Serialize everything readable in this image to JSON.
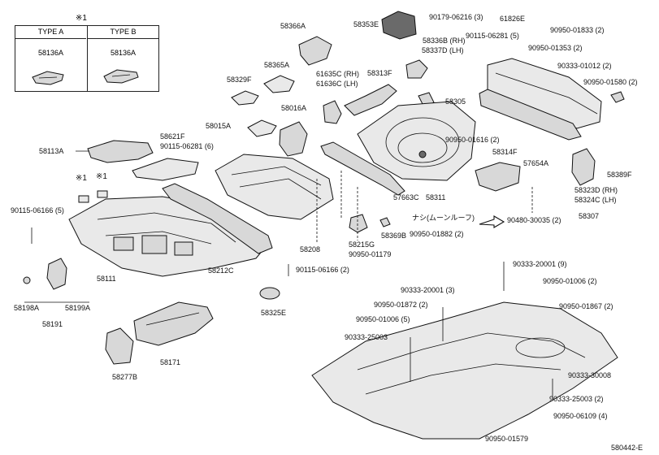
{
  "diagram_id": "580442-E",
  "note_symbol": "※1",
  "legend": {
    "type_a": {
      "heading": "TYPE  A",
      "part": "58136A"
    },
    "type_b": {
      "heading": "TYPE  B",
      "part": "58136A"
    }
  },
  "mark_a": "※1",
  "mark_b": "※1",
  "inset_title": "ナシ(ムーンルーフ)",
  "inset_part": "90950-01882 (2)",
  "labels": {
    "p58366A": "58366A",
    "p58353E": "58353E",
    "p90179_06216": "90179-06216 (3)",
    "p61826E": "61826E",
    "p90950_01833": "90950-01833 (2)",
    "p58336B": "58336B (RH)",
    "p58337D": "58337D (LH)",
    "p90115_06281_top": "90115-06281 (5)",
    "p90950_01353": "90950-01353 (2)",
    "p90333_01012": "90333-01012 (2)",
    "p90950_01580": "90950-01580 (2)",
    "p58365A": "58365A",
    "p58329F": "58329F",
    "p61635C": "61635C (RH)",
    "p61636C": "61636C (LH)",
    "p58313F": "58313F",
    "p58305": "58305",
    "p58016A": "58016A",
    "p58015A": "58015A",
    "p58621F": "58621F",
    "p90115_06281_mid": "90115-06281 (6)",
    "p58113A": "58113A",
    "p90950_01616": "90950-01616 (2)",
    "p58314F": "58314F",
    "p57654A": "57654A",
    "p58389F": "58389F",
    "p58323D": "58323D (RH)",
    "p58324C": "58324C (LH)",
    "p58307": "58307",
    "p57663C": "57663C",
    "p58311": "58311",
    "p90480_30035": "90480-30035 (2)",
    "p90115_06166_left": "90115-06166 (5)",
    "p58215G": "58215G",
    "p58369B": "58369B",
    "p90950_01179": "90950-01179",
    "p58208": "58208",
    "p58111": "58111",
    "p58212C": "58212C",
    "p90115_06166_mid": "90115-06166 (2)",
    "p90333_20001_9": "90333-20001 (9)",
    "p90950_01006_2": "90950-01006 (2)",
    "p90333_20001_3": "90333-20001 (3)",
    "p90950_01867": "90950-01867 (2)",
    "p90950_01872": "90950-01872 (2)",
    "p58198A": "58198A",
    "p58199A": "58199A",
    "p58191": "58191",
    "p58325E": "58325E",
    "p90950_01006_5": "90950-01006 (5)",
    "p90333_25003_a": "90333-25003",
    "p58171": "58171",
    "p58277B": "58277B",
    "p90333_30008": "90333-30008",
    "p90333_25003_b": "90333-25003 (2)",
    "p90950_06109": "90950-06109 (4)",
    "p90950_01579": "90950-01579"
  }
}
